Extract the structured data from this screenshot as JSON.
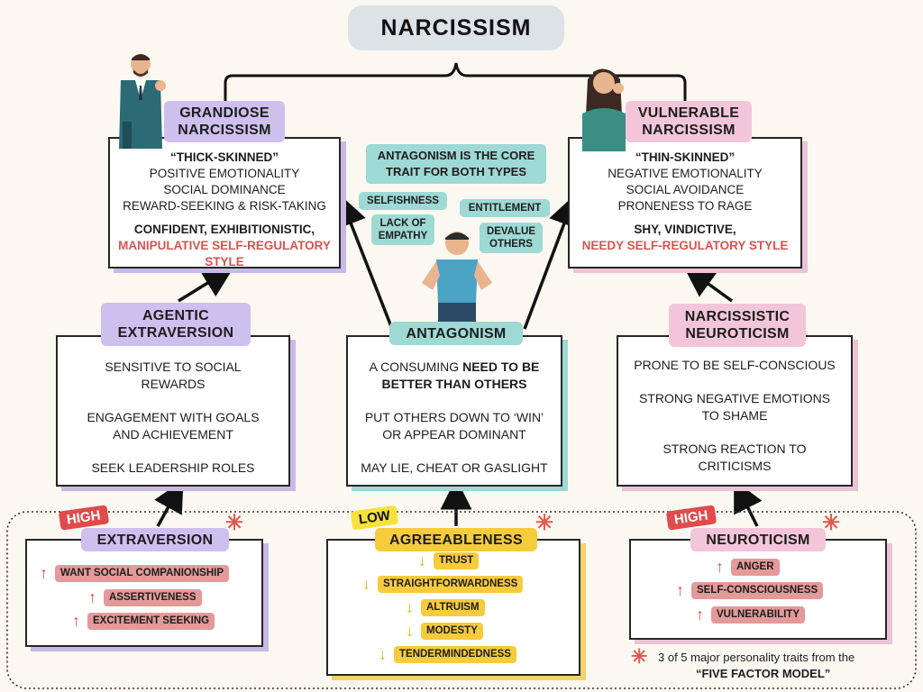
{
  "title": "NARCISSISM",
  "grandiose": {
    "label": "GRANDIOSE NARCISSISM",
    "quote": "“THICK-SKINNED”",
    "traits": [
      "POSITIVE EMOTIONALITY",
      "SOCIAL DOMINANCE",
      "REWARD-SEEKING & RISK-TAKING"
    ],
    "style_line1": "CONFIDENT, EXHIBITIONISTIC,",
    "style_line2": "MANIPULATIVE SELF-REGULATORY STYLE"
  },
  "vulnerable": {
    "label": "VULNERABLE NARCISSISM",
    "quote": "“THIN-SKINNED”",
    "traits": [
      "NEGATIVE EMOTIONALITY",
      "SOCIAL AVOIDANCE",
      "PRONENESS TO RAGE"
    ],
    "style_line1": "SHY, VINDICTIVE,",
    "style_line2": "NEEDY SELF-REGULATORY STYLE"
  },
  "core": {
    "title": "ANTAGONISM IS THE CORE TRAIT FOR BOTH TYPES",
    "tags": [
      "SELFISHNESS",
      "ENTITLEMENT",
      "LACK OF EMPATHY",
      "DEVALUE OTHERS"
    ]
  },
  "agentic": {
    "label": "AGENTIC EXTRAVERSION",
    "items": [
      "SENSITIVE TO SOCIAL REWARDS",
      "ENGAGEMENT WITH GOALS AND ACHIEVEMENT",
      "SEEK LEADERSHIP ROLES"
    ]
  },
  "antagonism": {
    "label": "ANTAGONISM",
    "item1_a": "A CONSUMING ",
    "item1_b": "NEED TO BE BETTER THAN OTHERS",
    "item2": "PUT OTHERS DOWN TO ‘WIN’ OR APPEAR DOMINANT",
    "item3": "MAY LIE, CHEAT OR GASLIGHT"
  },
  "neuroticism_n": {
    "label": "NARCISSISTIC NEUROTICISM",
    "items": [
      "PRONE TO BE SELF-CONSCIOUS",
      "STRONG NEGATIVE EMOTIONS TO SHAME",
      "STRONG REACTION TO CRITICISMS"
    ]
  },
  "extraversion": {
    "level": "HIGH",
    "label": "EXTRAVERSION",
    "facets": [
      "WANT SOCIAL COMPANIONSHIP",
      "ASSERTIVENESS",
      "EXCITEMENT SEEKING"
    ]
  },
  "agreeableness": {
    "level": "LOW",
    "label": "AGREEABLENESS",
    "facets": [
      "TRUST",
      "STRAIGHTFORWARDNESS",
      "ALTRUISM",
      "MODESTY",
      "TENDERMINDEDNESS"
    ]
  },
  "neuroticism": {
    "level": "HIGH",
    "label": "NEUROTICISM",
    "facets": [
      "ANGER",
      "SELF-CONSCIOUSNESS",
      "VULNERABILITY"
    ]
  },
  "footnote": {
    "line1": "3 of 5 major personality traits from the",
    "line2": "“FIVE FACTOR MODEL”"
  },
  "icons": [
    "up-arrow-icon",
    "down-arrow-icon",
    "asterisk-icon",
    "man-illustration",
    "woman-illustration"
  ]
}
